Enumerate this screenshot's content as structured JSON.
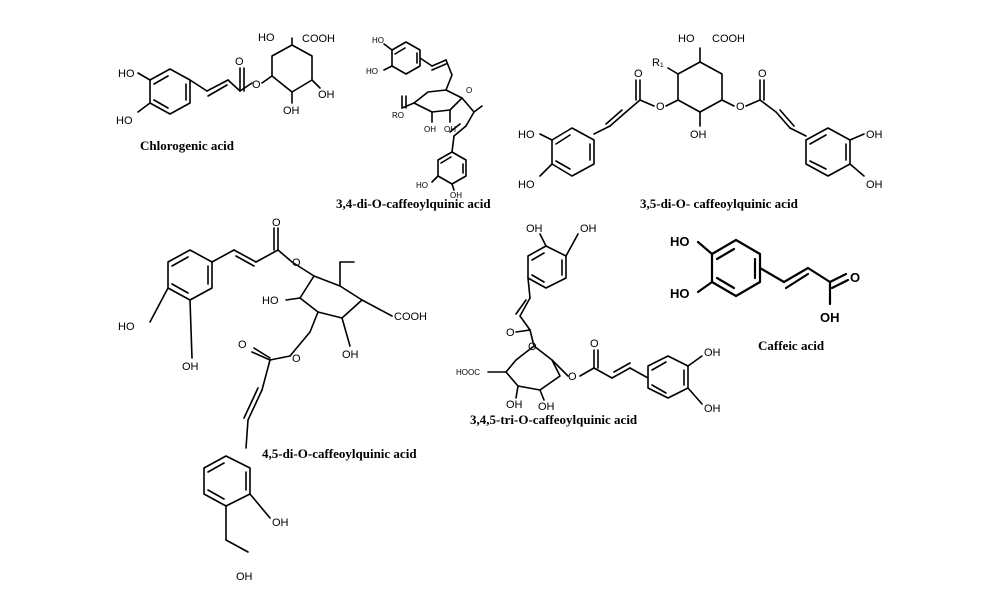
{
  "compounds": {
    "chlorogenic": {
      "name": "Chlorogenic acid",
      "labels": {
        "ho_ring_top": "HO",
        "ho_ring_bottom": "HO",
        "ho_quinic": "HO",
        "cooh": "COOH",
        "oh_right": "OH",
        "oh_bottom": "OH",
        "carbonyl_o": "O",
        "ester_o": "O"
      }
    },
    "di34": {
      "name": "3,4-di-O-caffeoylquinic acid",
      "labels": {
        "ho_top1": "HO",
        "ho_top2": "HO",
        "ro": "RO",
        "o_ring": "O",
        "oh_1": "OH",
        "oh_2": "OH",
        "ho_bot1": "HO",
        "ho_bot2": "OH"
      }
    },
    "di35": {
      "name": "3,5-di-O- caffeoylquinic acid",
      "labels": {
        "ho": "HO",
        "cooh": "COOH",
        "r1": "R₁",
        "o_left": "O",
        "o_right": "O",
        "oh_mid": "OH",
        "ho_l1": "HO",
        "ho_l2": "HO",
        "oh_r1": "OH",
        "oh_r2": "OH"
      }
    },
    "di45": {
      "name": "4,5-di-O-caffeoylquinic acid",
      "labels": {
        "o_top": "O",
        "ho_quinic": "HO",
        "cooh": "COOH",
        "oh_quinic": "OH",
        "ho_left": "HO",
        "oh_left": "OH",
        "o_ester": "O",
        "oh_bot1": "OH",
        "oh_bot2": "OH"
      }
    },
    "tri345": {
      "name": "3,4,5-tri-O-caffeoylquinic acid",
      "labels": {
        "oh_t1": "OH",
        "oh_t2": "OH",
        "hooc": "HOOC",
        "oh_a": "OH",
        "oh_b": "OH",
        "o_mid": "O",
        "o_right": "O",
        "oh_r1": "OH",
        "oh_r2": "OH"
      }
    },
    "caffeic": {
      "name": "Caffeic acid",
      "labels": {
        "ho_1": "HO",
        "ho_2": "HO",
        "o": "O",
        "oh": "OH"
      }
    }
  }
}
